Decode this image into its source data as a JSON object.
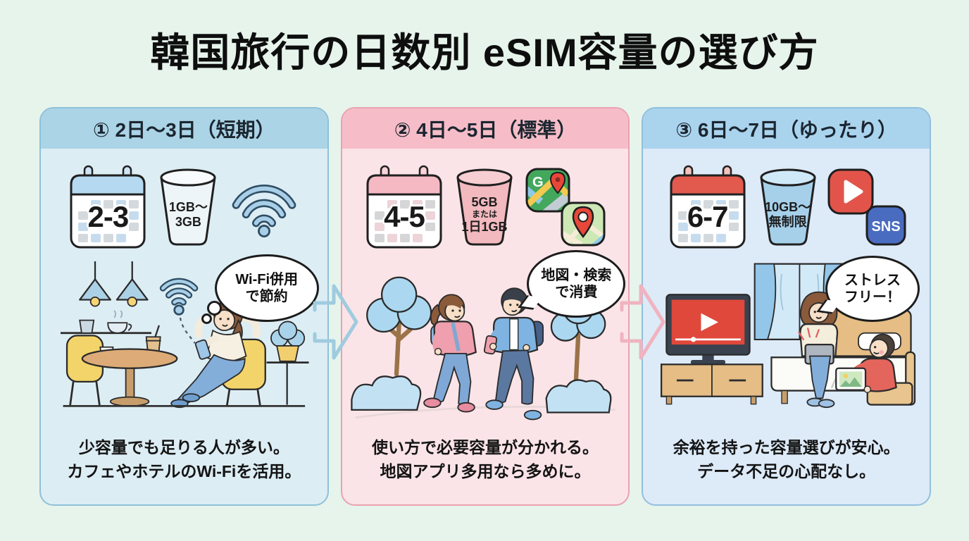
{
  "title": "韓国旅行の日数別 eSIM容量の選び方",
  "colors": {
    "background": "#e6f4ec",
    "panel1_accent": "#abd4e6",
    "panel2_accent": "#f6bdc8",
    "pan3_accent": "#aad3ee",
    "arrow1": "#9fcbdf",
    "arrow2": "#f0b3bf"
  },
  "panels": [
    {
      "header": "① 2日〜3日（短期）",
      "calendar_value": "2-3",
      "bucket_label_lines": [
        "1GB〜",
        "3GB"
      ],
      "bubble_lines": [
        "Wi-Fi併用",
        "で節約"
      ],
      "description_lines": [
        "少容量でも足りる人が多い。",
        "カフェやホテルのWi-Fiを活用。"
      ]
    },
    {
      "header": "② 4日〜5日（標準）",
      "calendar_value": "4-5",
      "bucket_label_lines": [
        "5GB",
        "または",
        "1日1GB"
      ],
      "maps_icon_letter": "G",
      "bubble_lines": [
        "地図・検索",
        "で消費"
      ],
      "description_lines": [
        "使い方で必要容量が分かれる。",
        "地図アプリ多用なら多めに。"
      ]
    },
    {
      "header": "③ 6日〜7日（ゆったり）",
      "calendar_value": "6-7",
      "bucket_label_lines": [
        "10GB〜",
        "無制限"
      ],
      "sns_icon_label": "SNS",
      "bubble_lines": [
        "ストレス",
        "フリー！"
      ],
      "description_lines": [
        "余裕を持った容量選びが安心。",
        "データ不足の心配なし。"
      ]
    }
  ]
}
